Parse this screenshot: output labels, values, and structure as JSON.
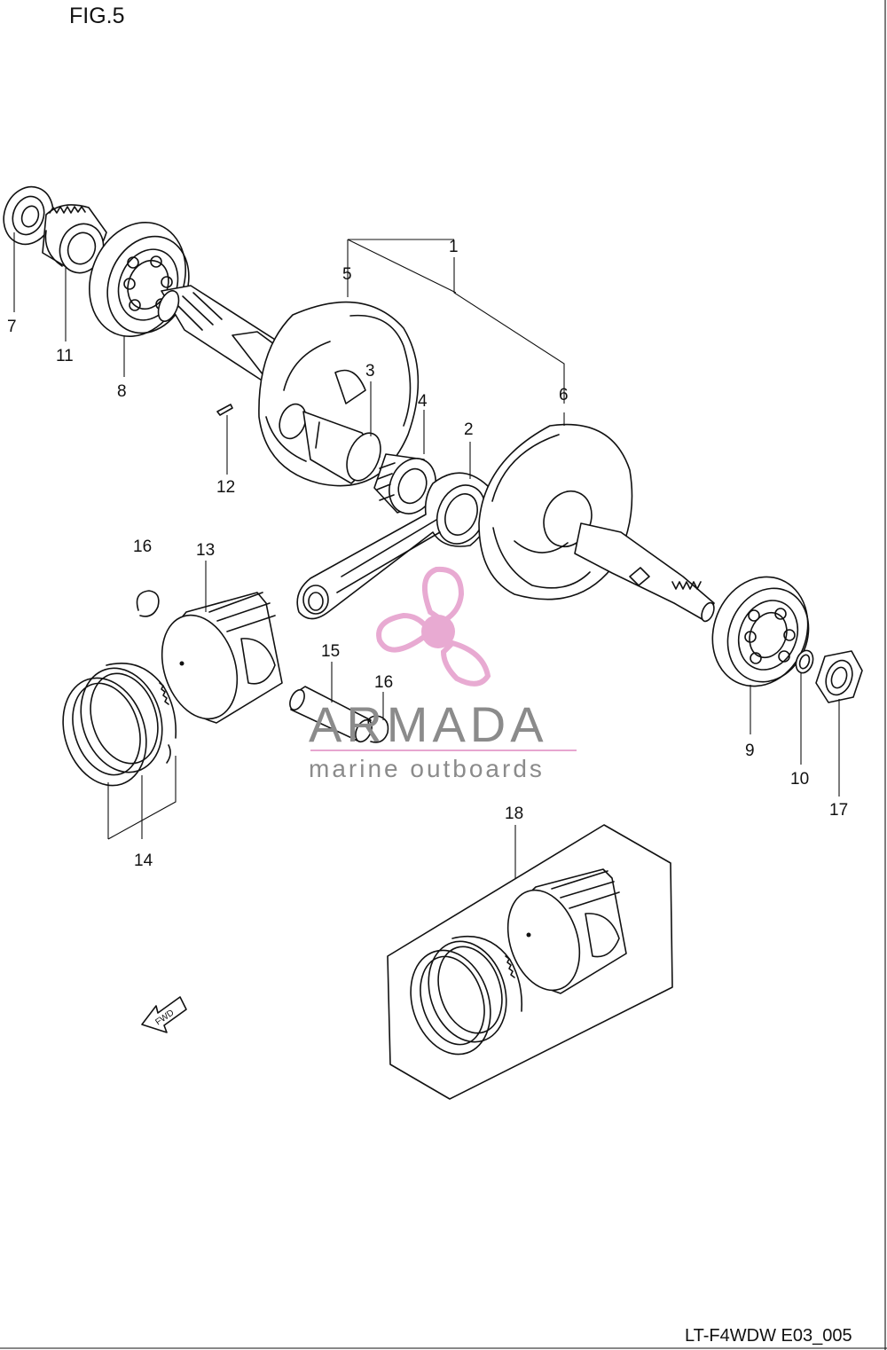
{
  "figure_title": "FIG.5",
  "diagram_code": "LT-F4WDW E03_005",
  "fwd_arrow_label": "FWD",
  "watermark": {
    "brand": "ARMADA",
    "tagline": "marine outboards",
    "accent_color": "#e7a6d0",
    "icon": "propeller-icon"
  },
  "part_labels": {
    "p1": "1",
    "p2": "2",
    "p3": "3",
    "p4": "4",
    "p5": "5",
    "p6": "6",
    "p7": "7",
    "p8": "8",
    "p9": "9",
    "p10": "10",
    "p11": "11",
    "p12": "12",
    "p13": "13",
    "p14": "14",
    "p15": "15",
    "p16a": "16",
    "p16b": "16",
    "p17": "17",
    "p18": "18"
  },
  "line_color": "#111111"
}
